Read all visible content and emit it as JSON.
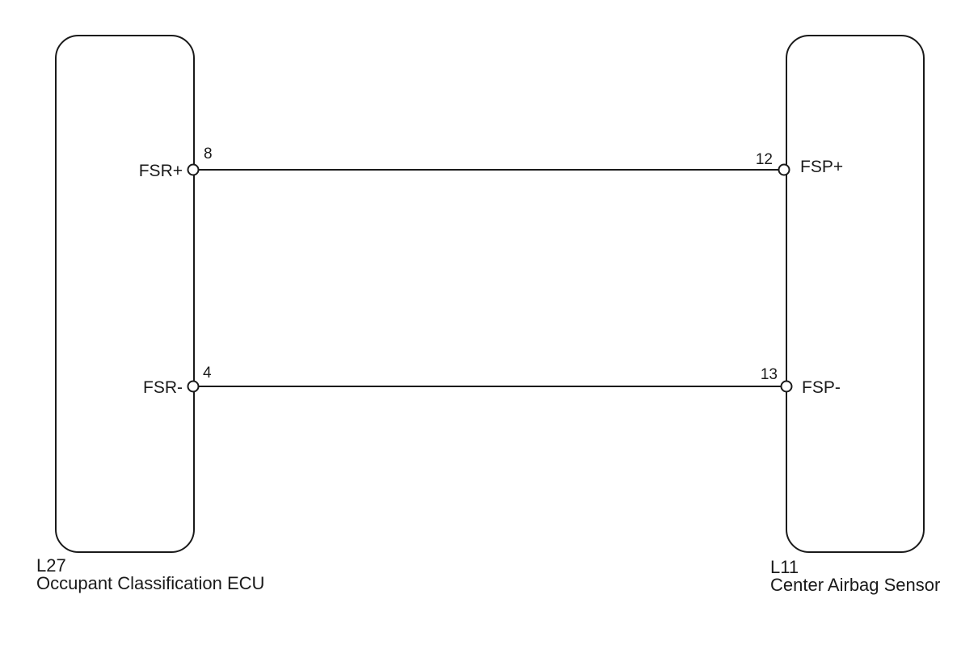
{
  "components": [
    {
      "id": "left",
      "code": "L27",
      "name": "Occupant Classification ECU",
      "terminals": [
        {
          "signal": "FSR+",
          "pin": "8"
        },
        {
          "signal": "FSR-",
          "pin": "4"
        }
      ]
    },
    {
      "id": "right",
      "code": "L11",
      "name": "Center Airbag Sensor",
      "terminals": [
        {
          "signal": "FSP+",
          "pin": "12"
        },
        {
          "signal": "FSP-",
          "pin": "13"
        }
      ]
    }
  ],
  "wires": [
    {
      "from": "FSR+",
      "to": "FSP+"
    },
    {
      "from": "FSR-",
      "to": "FSP-"
    }
  ]
}
